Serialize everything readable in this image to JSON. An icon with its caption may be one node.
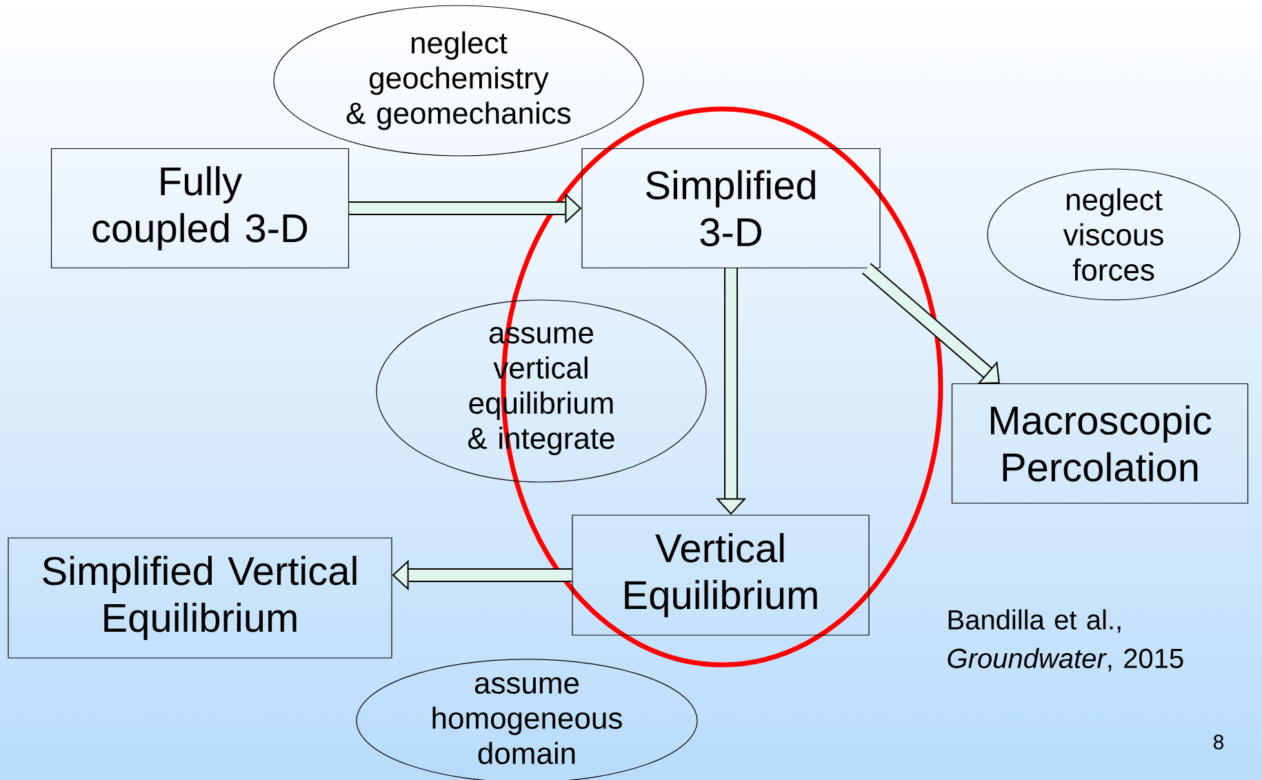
{
  "diagram": {
    "nodes": [
      {
        "text": [
          "neglect geochemistry & geomechanics"
        ]
      },
      {
        "text": [
          "Fully coupled 3-D"
        ]
      },
      {
        "text": [
          "Simplified 3-D"
        ]
      },
      {
        "text": [
          "neglect viscous forces"
        ]
      },
      {
        "text": [
          "assume vertical equilibrium & integrate"
        ]
      },
      {
        "text": [
          "Macroscopic Percolation"
        ]
      },
      {
        "text": [
          "Simplified Vertical Equilibrium"
        ]
      },
      {
        "text": [
          "Vertical Equilibrium"
        ]
      },
      {
        "text": [
          "assume homogeneous domain"
        ]
      }
    ],
    "edges": [
      {
        "from": 1,
        "to": 2,
        "arrow": "to"
      },
      {
        "from": 2,
        "to": 7,
        "arrow": "to"
      },
      {
        "from": 2,
        "to": 5,
        "arrow": "to"
      },
      {
        "from": 7,
        "to": 6,
        "arrow": "to"
      }
    ],
    "labels": [
      "Bandilla et al., *Groundwater*, 2015",
      "8"
    ]
  }
}
